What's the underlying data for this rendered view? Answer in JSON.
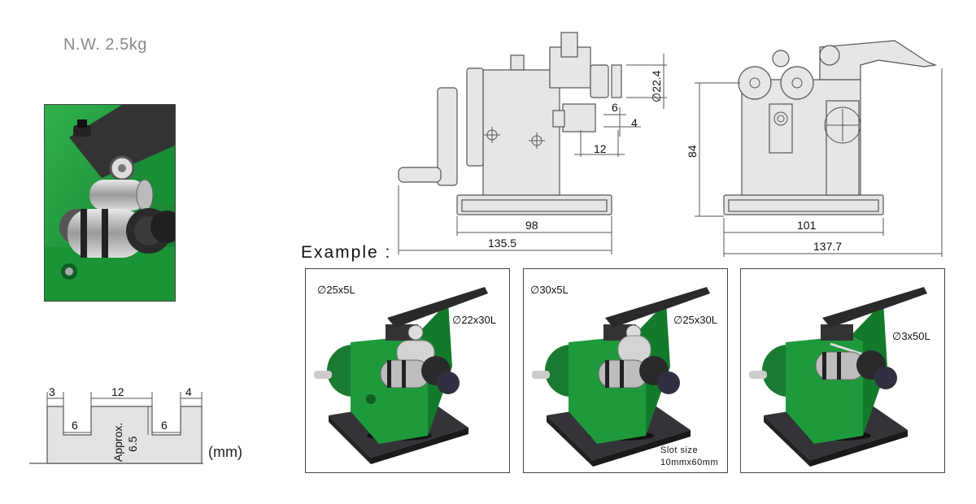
{
  "net_weight": "N.W. 2.5kg",
  "example_heading": "Example :",
  "front_view_dims": {
    "d_wheel": "∅22.4",
    "d6": "6",
    "d4": "4",
    "d12": "12",
    "base_width": "98",
    "total_width": "135.5"
  },
  "side_view_dims": {
    "height": "84",
    "base_width": "101",
    "total_width": "137.7"
  },
  "groove_profile": {
    "d3": "3",
    "d12": "12",
    "d4": "4",
    "d6_left": "6",
    "d6_right": "6",
    "depth_label": "Approx.",
    "depth_value": "6.5",
    "unit": "(mm)"
  },
  "examples": [
    {
      "left_label": "∅25x5L",
      "right_label": "∅22x30L"
    },
    {
      "left_label": "∅30x5L",
      "right_label": "∅25x30L",
      "slot_title": "Slot size",
      "slot_value": "10mmx60mm"
    },
    {
      "right_label": "∅3x50L"
    }
  ],
  "colors": {
    "machine_green": "#1e9a3c",
    "machine_dark_green": "#137a2c",
    "base_dark": "#333338",
    "drawing_fill": "#e6e6e6",
    "drawing_line": "#555555"
  }
}
